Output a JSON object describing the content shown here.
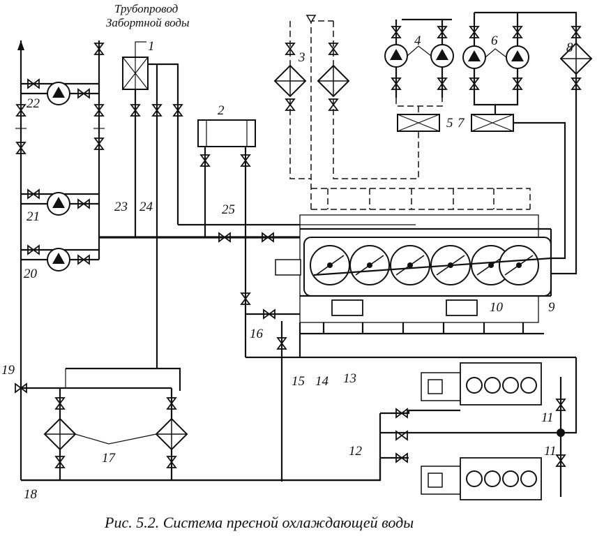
{
  "title_lines": [
    "Трубопровод",
    "Забортной воды"
  ],
  "caption": "Рис. 5.2. Система пресной охлаждающей воды",
  "labels": {
    "n1": "1",
    "n2": "2",
    "n3": "3",
    "n4": "4",
    "n5": "5",
    "n6": "6",
    "n7": "7",
    "n8": "8",
    "n9": "9",
    "n10": "10",
    "n11a": "11",
    "n11b": "11",
    "n12": "12",
    "n13": "13",
    "n14": "14",
    "n15": "15",
    "n16": "16",
    "n17": "17",
    "n18": "18",
    "n19": "19",
    "n20": "20",
    "n21": "21",
    "n22": "22",
    "n23": "23",
    "n24": "24",
    "n25": "25"
  }
}
